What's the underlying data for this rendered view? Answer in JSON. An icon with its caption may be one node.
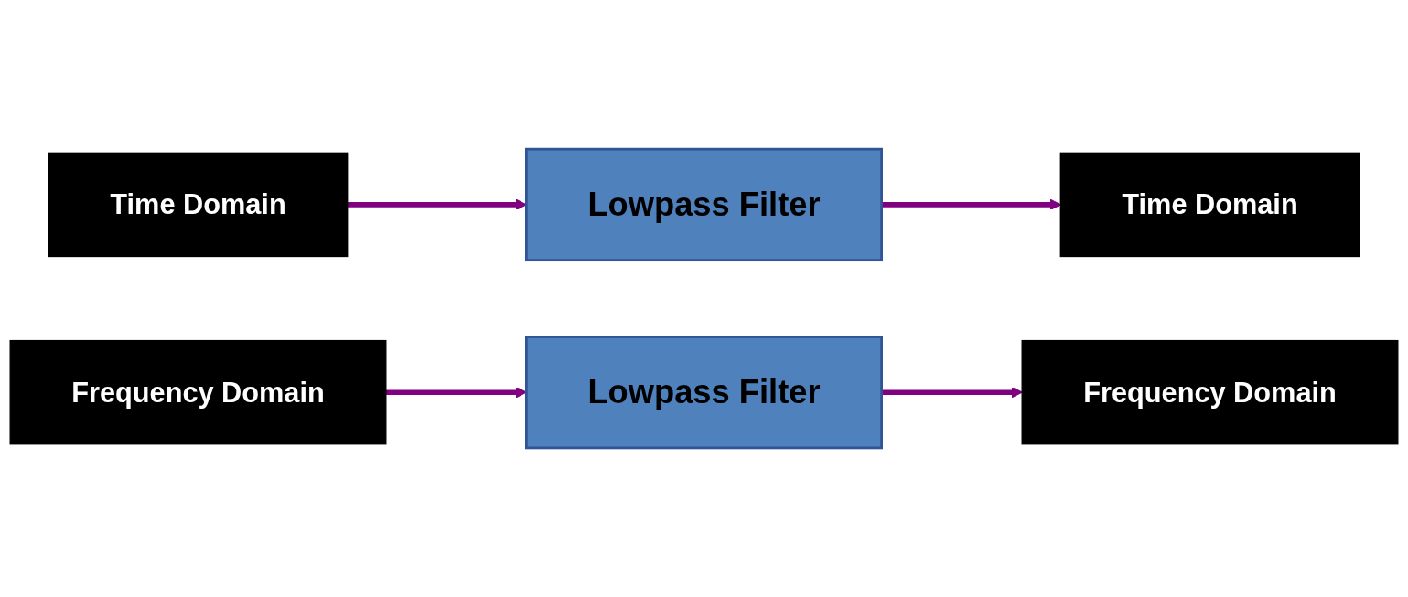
{
  "diagram": {
    "nodes": [
      {
        "text": [
          "Time Domain"
        ]
      },
      {
        "text": [
          "Lowpass Filter"
        ]
      },
      {
        "text": [
          "Time Domain"
        ]
      },
      {
        "text": [
          "Frequency Domain"
        ]
      },
      {
        "text": [
          "Lowpass Filter"
        ]
      },
      {
        "text": [
          "Frequency Domain"
        ]
      }
    ],
    "edges": [
      {
        "from": 0,
        "to": 1,
        "arrow": "to"
      },
      {
        "from": 1,
        "to": 2,
        "arrow": "to"
      },
      {
        "from": 3,
        "to": 4,
        "arrow": "to"
      },
      {
        "from": 4,
        "to": 5,
        "arrow": "to"
      }
    ]
  }
}
